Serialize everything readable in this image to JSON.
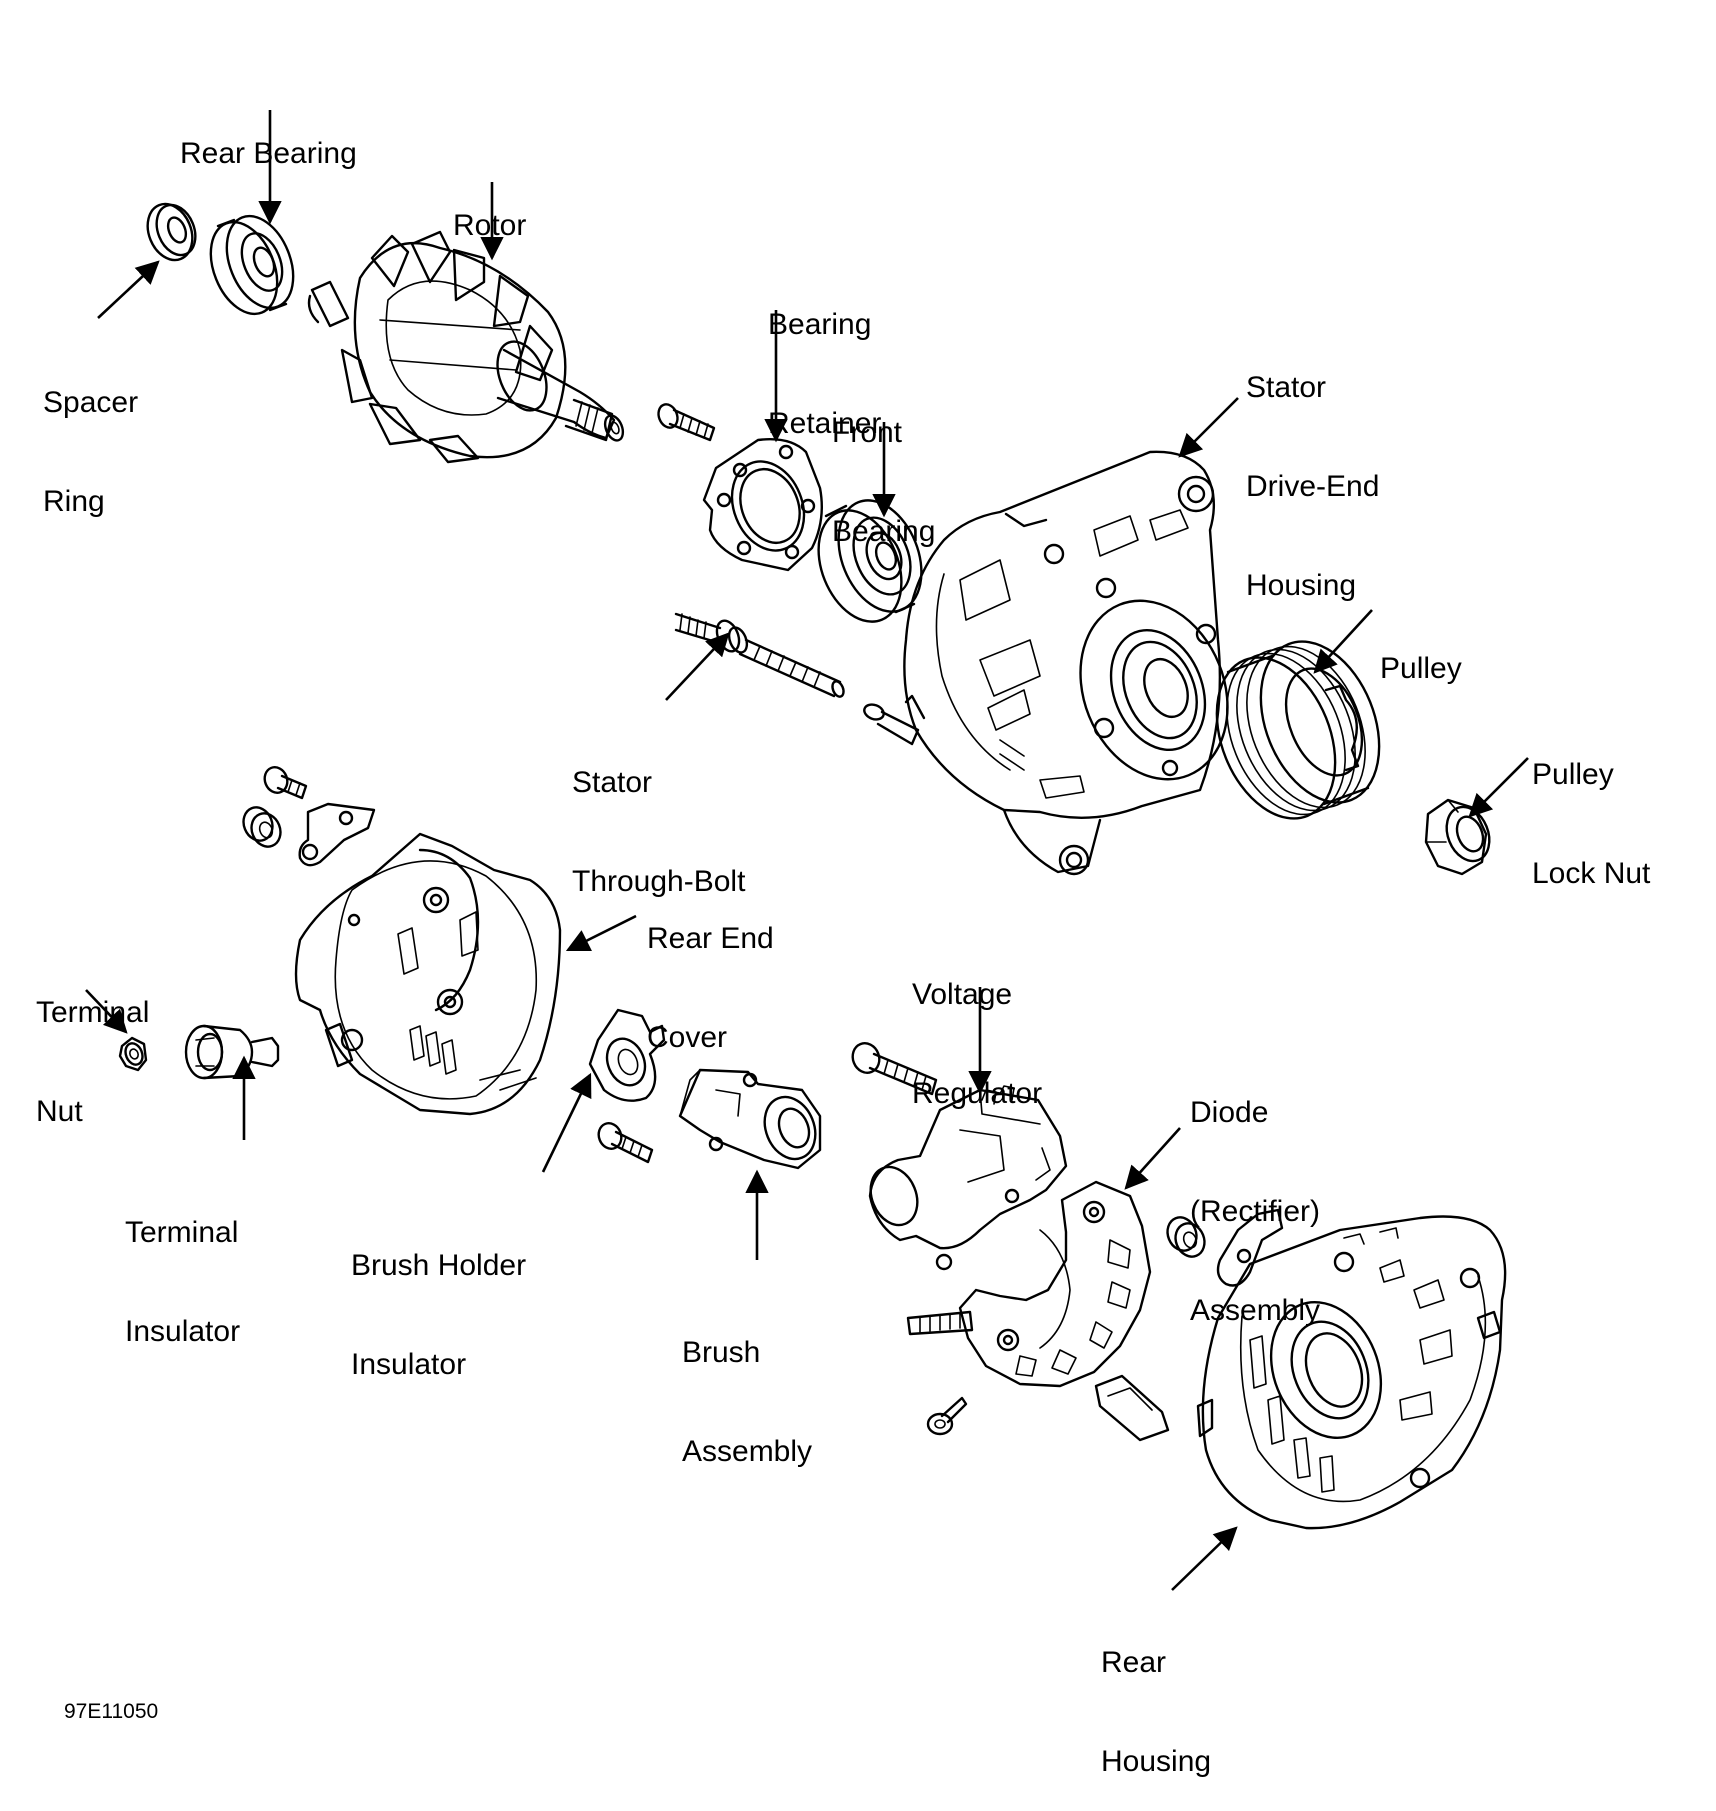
{
  "labels": {
    "rear_bearing": [
      "Rear Bearing"
    ],
    "rotor": [
      "Rotor"
    ],
    "spacer_ring": [
      "Spacer",
      "Ring"
    ],
    "bearing_retainer": [
      "Bearing",
      "Retainer"
    ],
    "front_bearing": [
      "Front",
      "Bearing"
    ],
    "stator_drive_end_housing": [
      "Stator",
      "Drive-End",
      "Housing"
    ],
    "pulley": [
      "Pulley"
    ],
    "pulley_lock_nut": [
      "Pulley",
      "Lock Nut"
    ],
    "stator_through_bolt": [
      "Stator",
      "Through-Bolt"
    ],
    "rear_end_cover": [
      "Rear End",
      "Cover"
    ],
    "terminal_nut": [
      "Terminal",
      "Nut"
    ],
    "terminal_insulator": [
      "Terminal",
      "Insulator"
    ],
    "brush_holder_insulator": [
      "Brush Holder",
      "Insulator"
    ],
    "brush_assembly": [
      "Brush",
      "Assembly"
    ],
    "voltage_regulator": [
      "Voltage",
      "Regulator"
    ],
    "diode_rectifier_assembly": [
      "Diode",
      "(Rectifier)",
      "Assembly"
    ],
    "rear_housing": [
      "Rear",
      "Housing"
    ]
  },
  "figure_code": "97E11050"
}
